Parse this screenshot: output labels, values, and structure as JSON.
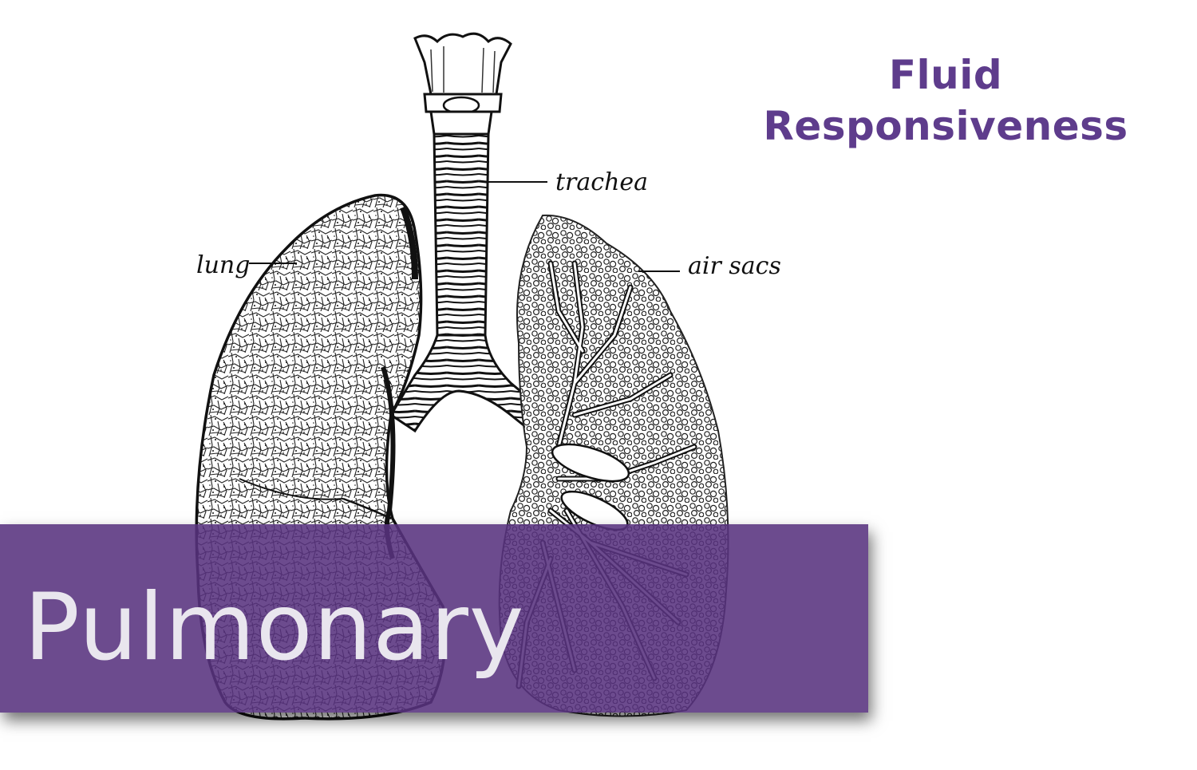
{
  "title": {
    "line1": "Fluid",
    "line2": "Responsiveness"
  },
  "banner": {
    "label": "Pulmonary"
  },
  "diagram_labels": {
    "trachea": "trachea",
    "lung": "lung",
    "air_sacs": "air sacs"
  },
  "colors": {
    "title": "#5e3c8c",
    "banner_background": "#58327e",
    "banner_text": "#e9e6ee",
    "line_art": "#111111"
  }
}
